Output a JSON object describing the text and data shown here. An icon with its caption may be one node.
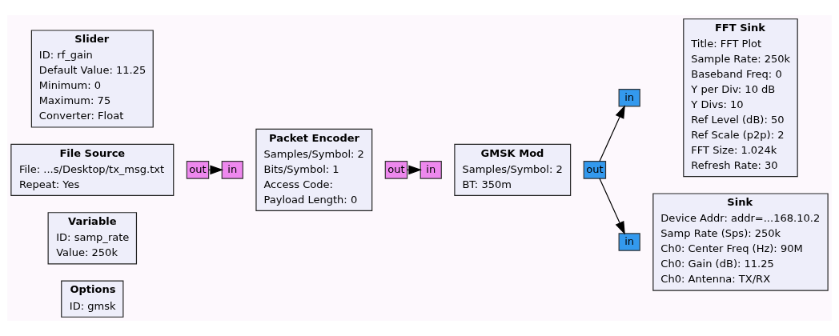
{
  "diagram": {
    "nodes": [
      {
        "text": [
          "Options",
          "ID: gmsk"
        ]
      },
      {
        "text": [
          "Variable",
          "ID: samp_rate",
          "Value: 250k"
        ]
      },
      {
        "text": [
          "File Source",
          "File: ...s/Desktop/tx_msg.txt",
          "Repeat: Yes"
        ]
      },
      {
        "text": [
          "out"
        ]
      },
      {
        "text": [
          "in"
        ]
      },
      {
        "text": [
          "Packet Encoder",
          "Samples/Symbol: 2",
          "Bits/Symbol: 1",
          "Access Code:",
          "Payload Length: 0"
        ]
      },
      {
        "text": [
          "out"
        ]
      },
      {
        "text": [
          "in"
        ]
      },
      {
        "text": [
          "GMSK Mod",
          "Samples/Symbol: 2",
          "BT: 350m"
        ]
      },
      {
        "text": [
          "out"
        ]
      },
      {
        "text": [
          "in"
        ]
      },
      {
        "text": [
          "FFT Sink",
          "Title: FFT Plot",
          "Sample Rate: 250k",
          "Baseband Freq: 0",
          "Y per Div: 10 dB",
          "Y Divs: 10",
          "Ref Level (dB): 50",
          "Ref Scale (p2p): 2",
          "FFT Size: 1.024k",
          "Refresh Rate: 30"
        ]
      },
      {
        "text": [
          "in"
        ]
      },
      {
        "text": [
          "Sink",
          "Device Addr: addr=...168.10.2",
          "Samp Rate (Sps): 250k",
          "Ch0: Center Freq (Hz): 90M",
          "Ch0: Gain (dB): 11.25",
          "Ch0: Antenna: TX/RX"
        ]
      },
      {
        "text": [
          "Slider",
          "ID: rf_gain",
          "Default Value: 11.25",
          "Minimum: 0",
          "Maximum: 75",
          "Converter: Float"
        ]
      }
    ],
    "edges": [
      {
        "from": 3,
        "to": 4,
        "arrow": "to"
      },
      {
        "from": 6,
        "to": 7,
        "arrow": "to"
      },
      {
        "from": 9,
        "to": 10,
        "arrow": "to"
      },
      {
        "from": 9,
        "to": 12,
        "arrow": "to"
      }
    ]
  }
}
